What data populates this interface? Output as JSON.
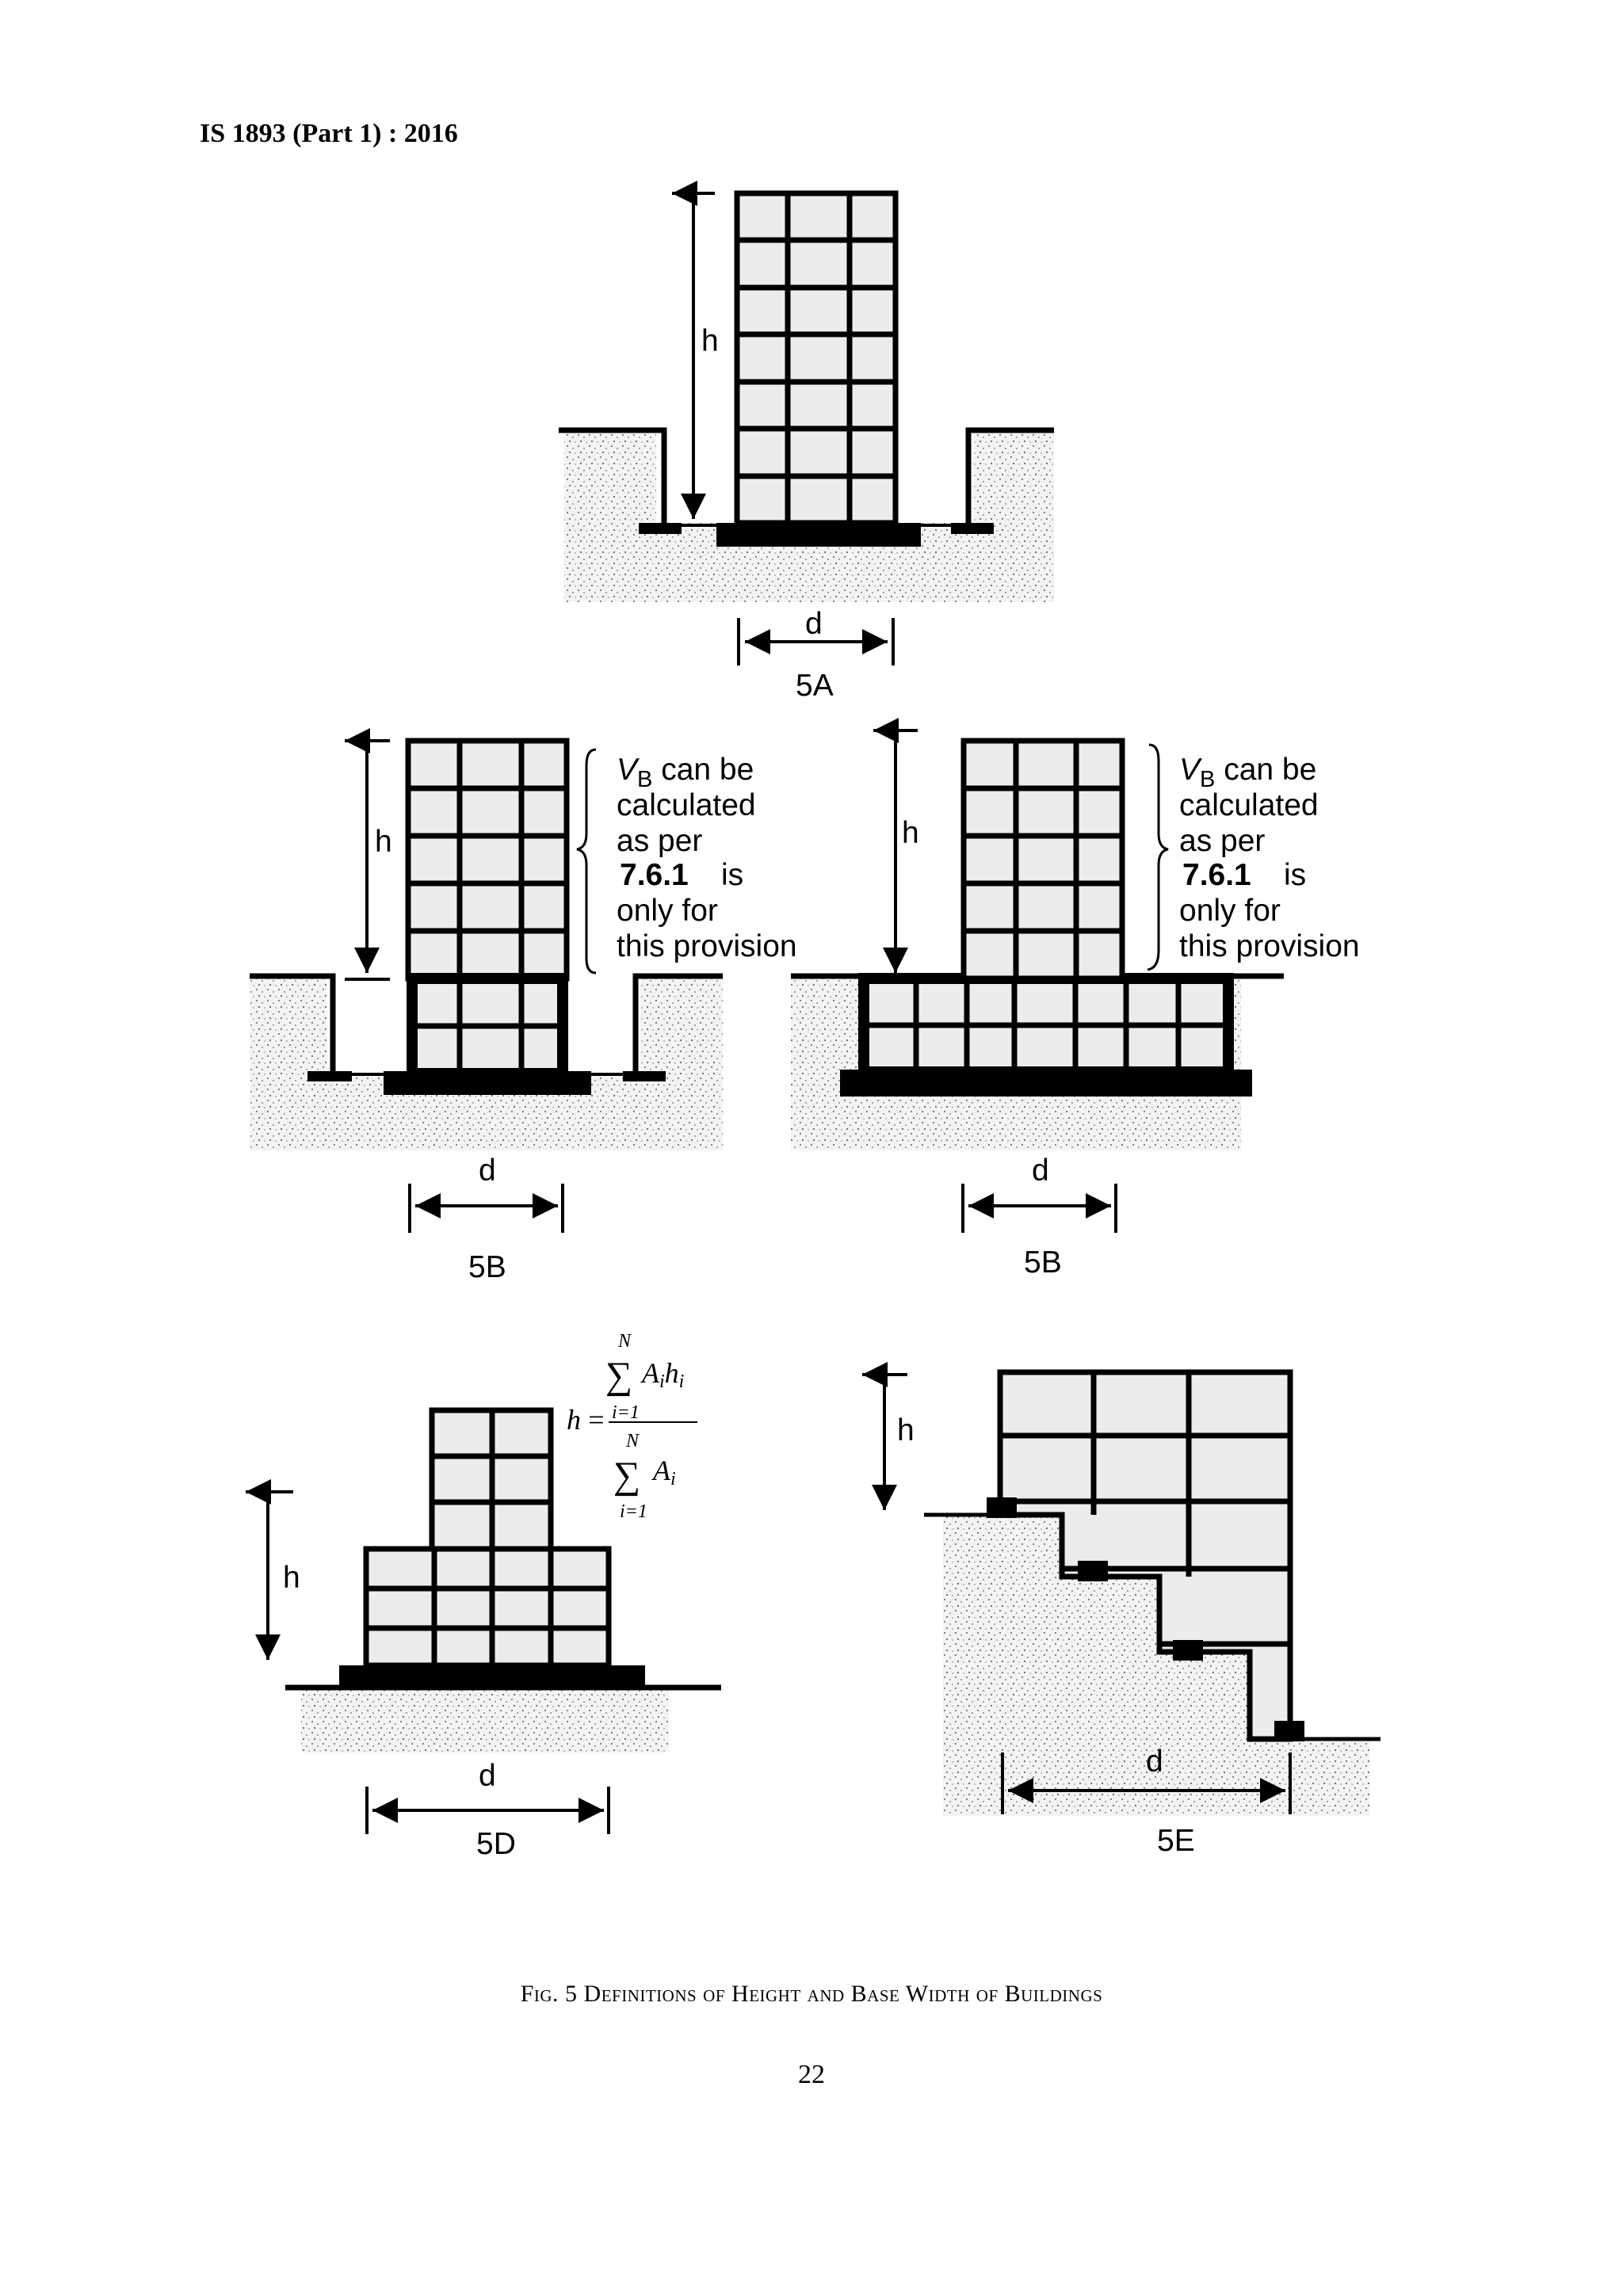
{
  "header": "IS 1893 (Part 1) : 2016",
  "dims": {
    "height": "h",
    "width": "d"
  },
  "panels": {
    "a": {
      "label": "5A"
    },
    "b1": {
      "label": "5B"
    },
    "b2": {
      "label": "5B"
    },
    "d": {
      "label": "5D"
    },
    "e": {
      "label": "5E"
    }
  },
  "note": {
    "line1_sym": "V",
    "line1_sub": "B",
    "line1_rest": " can be",
    "line2": "calculated",
    "line3": "as per",
    "line4_clause": "7.6.1",
    "line4_rest": "is",
    "line5": "only for",
    "line6": "this provision"
  },
  "formula": {
    "lhs": "h",
    "eq": "=",
    "upper_limit": "N",
    "sigma": "∑",
    "num_A": "A",
    "num_A_sub": "i",
    "num_h": "h",
    "num_h_sub": "i",
    "lower_limit": "i=1",
    "den_A": "A",
    "den_A_sub": "i"
  },
  "caption": "Fig. 5 Definitions of Height and Base Width of Buildings",
  "page_number": "22",
  "colors": {
    "ink": "#000000",
    "cell_fill": "#ececec",
    "soil": "#f2f2f2"
  }
}
